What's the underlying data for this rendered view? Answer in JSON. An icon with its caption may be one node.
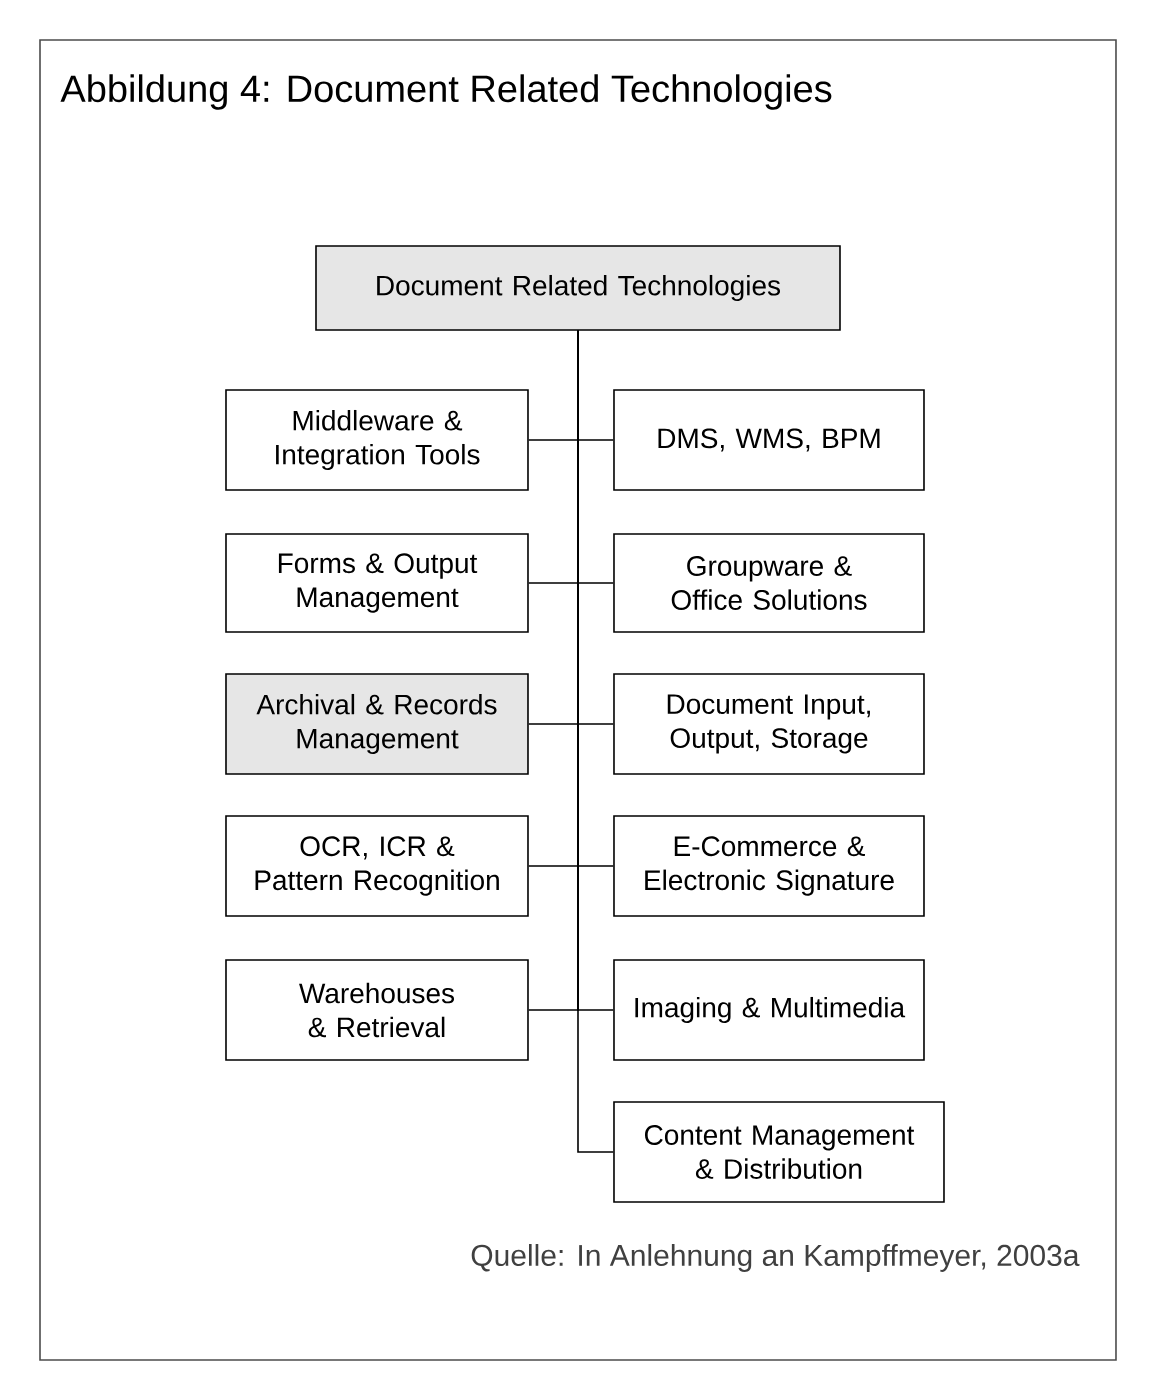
{
  "diagram": {
    "title": "Abbildung 4: Document Related Technologies",
    "caption": "Quelle: In Anlehnung an Kampffmeyer, 2003a",
    "nodes": [
      {
        "text": [
          "Document Related Technologies"
        ]
      },
      {
        "text": [
          "Middleware & Integration Tools"
        ]
      },
      {
        "text": [
          "DMS, WMS, BPM"
        ]
      },
      {
        "text": [
          "Forms & Output Management"
        ]
      },
      {
        "text": [
          "Groupware & Office Solutions"
        ]
      },
      {
        "text": [
          "Archival & Records Management"
        ]
      },
      {
        "text": [
          "Document Input, Output, Storage"
        ]
      },
      {
        "text": [
          "OCR, ICR & Pattern Recognition"
        ]
      },
      {
        "text": [
          "E-Commerce & Electronic Signature"
        ]
      },
      {
        "text": [
          "Warehouses & Retrieval"
        ]
      },
      {
        "text": [
          "Imaging & Multimedia"
        ]
      },
      {
        "text": [
          "Content Management & Distribution"
        ]
      }
    ],
    "edges": [
      {
        "from": 0,
        "to": 1,
        "arrow": "none"
      },
      {
        "from": 0,
        "to": 2,
        "arrow": "none"
      },
      {
        "from": 0,
        "to": 3,
        "arrow": "none"
      },
      {
        "from": 0,
        "to": 4,
        "arrow": "none"
      },
      {
        "from": 0,
        "to": 5,
        "arrow": "none"
      },
      {
        "from": 0,
        "to": 6,
        "arrow": "none"
      },
      {
        "from": 0,
        "to": 7,
        "arrow": "none"
      },
      {
        "from": 0,
        "to": 8,
        "arrow": "none"
      },
      {
        "from": 0,
        "to": 9,
        "arrow": "none"
      },
      {
        "from": 0,
        "to": 10,
        "arrow": "none"
      },
      {
        "from": 0,
        "to": 11,
        "arrow": "none"
      }
    ]
  }
}
